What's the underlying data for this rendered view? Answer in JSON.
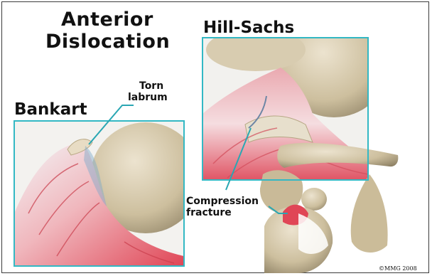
{
  "title": {
    "line1": "Anterior",
    "line2": "Dislocation"
  },
  "panels": {
    "bankart": {
      "label": "Bankart"
    },
    "hill_sachs": {
      "label": "Hill-Sachs"
    }
  },
  "annotations": {
    "torn_labrum": {
      "line1": "Torn",
      "line2": "labrum"
    },
    "compression_fracture": {
      "line1": "Compression",
      "line2": "fracture"
    }
  },
  "watermark": "©MMG 2008",
  "colors": {
    "panel_border": "#33b8c4",
    "leader_line": "#2aa7b3",
    "bone": "#cdbf9e",
    "muscle_red": "#e24a57"
  }
}
